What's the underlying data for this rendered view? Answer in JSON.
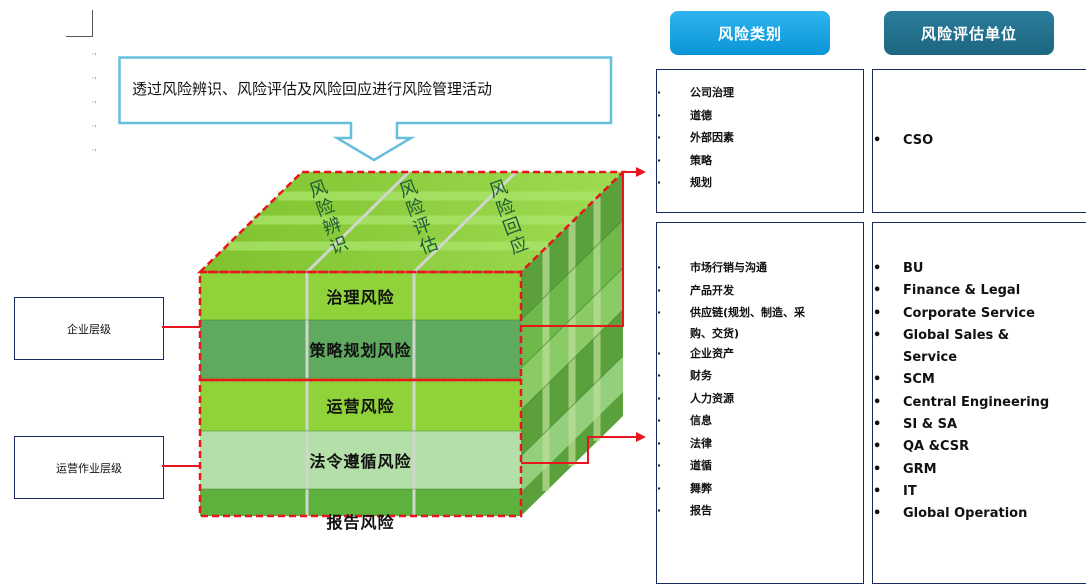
{
  "callout": {
    "text": "透过风险辨识、风险评估及风险回应进行风险管理活动"
  },
  "headers": {
    "category": "风险类别",
    "unit": "风险评估单位"
  },
  "top_face_labels": [
    {
      "chars": [
        "风",
        "险",
        "辨",
        "识"
      ]
    },
    {
      "chars": [
        "风",
        "险",
        "评",
        "估"
      ]
    },
    {
      "chars": [
        "风",
        "险",
        "回",
        "应"
      ]
    }
  ],
  "layers": [
    {
      "label": "治理风险",
      "color": "#8fd23a"
    },
    {
      "label": "策略规划风险",
      "color": "#5faa5f"
    },
    {
      "label": "运营风险",
      "color": "#8fd23a"
    },
    {
      "label": "法令遵循风险",
      "color": "#b5dfa8"
    },
    {
      "label": "报告风险",
      "color": "#5db13c"
    }
  ],
  "levels": {
    "enterprise": "企业层级",
    "operations": "运营作业层级"
  },
  "category_box_1": [
    "公司治理",
    "道德",
    "外部因素",
    "策略",
    "规划"
  ],
  "category_box_2": [
    "市场行销与沟通",
    "产品开发",
    "供应链(规划、制造、采",
    "购、交货)",
    "企业资产",
    "财务",
    "人力资源",
    "信息",
    "法律",
    "道循",
    "舞弊",
    "报告"
  ],
  "unit_box_1": [
    "CSO"
  ],
  "unit_box_2": [
    "BU",
    "Finance & Legal",
    "Corporate Service",
    "Global Sales &",
    "Service",
    "SCM",
    "Central Engineering",
    "SI & SA",
    "QA &CSR",
    "GRM",
    "IT",
    "Global Operation"
  ],
  "colors": {
    "dashed_red": "#e8141e",
    "border_navy": "#1a2a5e",
    "cat_header": "#0a95d6",
    "unit_header": "#1c6680"
  }
}
